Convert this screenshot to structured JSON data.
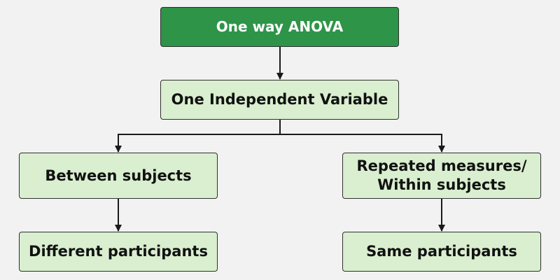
{
  "colors": {
    "root_fill": "#2e9448",
    "node_fill": "#d9efcf",
    "stroke": "#2f2f2f",
    "background": "#f2f2f2"
  },
  "nodes": {
    "root": {
      "label": "One way ANOVA"
    },
    "independent_variable": {
      "label": "One Independent Variable"
    },
    "between_subjects": {
      "label": "Between subjects"
    },
    "repeated_measures": {
      "line1": "Repeated measures/",
      "line2": "Within subjects"
    },
    "different_participants": {
      "label": "Different participants"
    },
    "same_participants": {
      "label": "Same participants"
    }
  },
  "edges": [
    {
      "from": "root",
      "to": "independent_variable"
    },
    {
      "from": "independent_variable",
      "to": "between_subjects"
    },
    {
      "from": "independent_variable",
      "to": "repeated_measures"
    },
    {
      "from": "between_subjects",
      "to": "different_participants"
    },
    {
      "from": "repeated_measures",
      "to": "same_participants"
    }
  ]
}
